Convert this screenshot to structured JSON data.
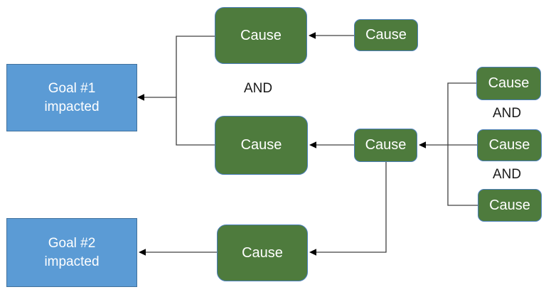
{
  "labels": {
    "cause": "Cause",
    "and": "AND"
  },
  "goals": [
    {
      "label": "Goal #1\nimpacted"
    },
    {
      "label": "Goal #2\nimpacted"
    }
  ],
  "colors": {
    "goal_fill": "#5b9bd5",
    "goal_border": "#41719c",
    "cause_fill": "#4e7b3d",
    "cause_border": "#4a7ebb",
    "connector_line": "#404040",
    "arrowhead": "#000000",
    "and_text": "#1a1a1a",
    "node_text": "#ffffff"
  },
  "structure": {
    "type": "fault-tree",
    "nodes": [
      "goal-1-impacted",
      "goal-2-impacted",
      "cause-top",
      "cause-middle",
      "cause-bottom",
      "cause-top-feeder",
      "cause-middle-feeder",
      "cause-right-1",
      "cause-right-2",
      "cause-right-3"
    ],
    "edges": [
      {
        "from": [
          "cause-top",
          "cause-middle"
        ],
        "to": "goal-1-impacted",
        "operator": "AND"
      },
      {
        "from": "cause-top-feeder",
        "to": "cause-top"
      },
      {
        "from": "cause-middle-feeder",
        "to": "cause-middle"
      },
      {
        "from": [
          "cause-right-1",
          "cause-right-2",
          "cause-right-3"
        ],
        "to": "cause-middle-feeder",
        "operator": "AND"
      },
      {
        "from": "cause-middle-feeder",
        "to": "cause-bottom"
      },
      {
        "from": "cause-bottom",
        "to": "goal-2-impacted"
      }
    ]
  }
}
